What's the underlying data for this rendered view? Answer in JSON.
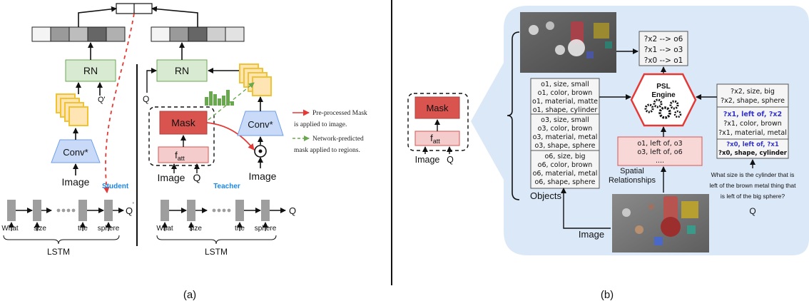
{
  "panel_a": {
    "caption": "(a)",
    "student_label": "Student",
    "teacher_label": "Teacher",
    "rn_label": "RN",
    "conv_label": "Conv*",
    "image_label": "Image",
    "q_prime": "Q'",
    "q": "Q",
    "mask_label": "Mask",
    "f_att_main": "f",
    "f_att_sub": "att",
    "lstm_label": "LSTM",
    "words": [
      "What",
      "size",
      "the",
      "sphere"
    ],
    "legend": {
      "red": "Pre-processed Mask",
      "red_line2": "is applied to image.",
      "green": "Network-predicted",
      "green_line2": "mask applied to regions."
    },
    "colors": {
      "rn": "#d9ead3",
      "conv": "#c9daf8",
      "mask": "#d9534f",
      "fatt": "#f4cccc",
      "feature": "#ffe5b4",
      "feature_border": "#f1c232",
      "blue_label": "#1e88e5",
      "bars": "#6aa84f"
    }
  },
  "panel_b": {
    "caption": "(b)",
    "mask_label": "Mask",
    "f_att_main": "f",
    "f_att_sub": "att",
    "image_label": "Image",
    "q": "Q",
    "psl_line1": "PSL",
    "psl_line2": "Engine",
    "results": [
      "?x2 --> o6",
      "?x1 --> o3",
      "?x0 --> o1"
    ],
    "objects_label": "Objects",
    "objects": [
      [
        "o1, size, small",
        "o1, color, brown",
        "o1, material, matte",
        "o1, shape, cylinder"
      ],
      [
        "o3, size, small",
        "o3, color, brown",
        "o3, material, metal",
        "o3, shape, sphere"
      ],
      [
        "o6, size, big",
        "o6, color, brown",
        "o6, material, metal",
        "o6, shape, sphere"
      ]
    ],
    "spatial_label_1": "Spatial",
    "spatial_label_2": "Relationships",
    "spatial": [
      "o1, left of, o3",
      "o3, left of, o6",
      "...."
    ],
    "query_group1": [
      "?x2, size, big",
      "?x2, shape, sphere"
    ],
    "query_group2_bold": "?x1, left of, ?x2",
    "query_group2": [
      "?x1, color, brown",
      "?x1, material, metal"
    ],
    "query_group3_bold": "?x0, left of, ?x1",
    "query_group3": [
      "?x0, shape, cylinder"
    ],
    "question": [
      "What size is the cylinder that is",
      "left of the brown metal thing that",
      "is left of the big sphere?"
    ],
    "colors": {
      "bubble": "#dbe8f8",
      "psl_border": "#e53935",
      "spatial": "#f8d7d7",
      "bold_blue": "#3333cc"
    }
  }
}
